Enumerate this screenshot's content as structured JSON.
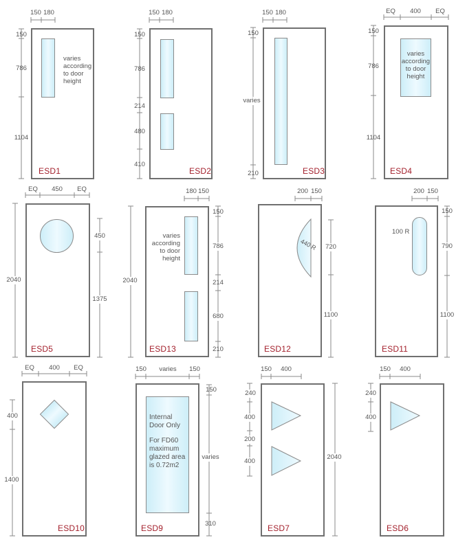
{
  "diagram": {
    "type": "door-glazing-options",
    "doors": [
      {
        "code": "ESD1",
        "top_dims": [
          "150",
          "180"
        ],
        "left_dims": [
          "150",
          "786",
          "1104"
        ],
        "note": [
          "varies",
          "according",
          "to door",
          "height"
        ]
      },
      {
        "code": "ESD2",
        "top_dims": [
          "150",
          "180"
        ],
        "left_dims": [
          "150",
          "786",
          "214",
          "480",
          "410"
        ]
      },
      {
        "code": "ESD3",
        "top_dims": [
          "150",
          "180"
        ],
        "left_dims": [
          "150",
          "varies",
          "210"
        ]
      },
      {
        "code": "ESD4",
        "top_dims": [
          "EQ",
          "400",
          "EQ"
        ],
        "left_dims": [
          "150",
          "786",
          "1104"
        ],
        "note": [
          "varies",
          "according",
          "to door",
          "height"
        ]
      },
      {
        "code": "ESD5",
        "top_dims": [
          "EQ",
          "450",
          "EQ"
        ],
        "left_dims": [
          "2040"
        ],
        "right_dims": [
          "450",
          "1375"
        ]
      },
      {
        "code": "ESD13",
        "top_dims": [
          "180",
          "150"
        ],
        "left_dims": [
          "2040"
        ],
        "right_dims": [
          "150",
          "786",
          "214",
          "680",
          "210"
        ],
        "note": [
          "varies",
          "according",
          "to door",
          "height"
        ]
      },
      {
        "code": "ESD12",
        "top_dims": [
          "200",
          "150"
        ],
        "right_dims": [
          "720",
          "1100"
        ],
        "radius": "440 R"
      },
      {
        "code": "ESD11",
        "top_dims": [
          "200",
          "150"
        ],
        "right_dims": [
          "150",
          "790",
          "1100"
        ],
        "radius": "100 R"
      },
      {
        "code": "ESD10",
        "top_dims": [
          "EQ",
          "400",
          "EQ"
        ],
        "left_dims": [
          "400",
          "1400"
        ]
      },
      {
        "code": "ESD9",
        "top_dims": [
          "150",
          "varies",
          "150"
        ],
        "right_dims": [
          "150",
          "varies",
          "310"
        ],
        "note": [
          "Internal",
          "Door Only",
          "",
          "For FD60",
          "maximum",
          "glazed area",
          "is 0.72m2"
        ]
      },
      {
        "code": "ESD7",
        "top_dims": [
          "150",
          "400"
        ],
        "left_dims": [
          "240",
          "400",
          "200",
          "400"
        ],
        "right_dims": [
          "2040"
        ]
      },
      {
        "code": "ESD6",
        "top_dims": [
          "150",
          "400"
        ],
        "left_dims": [
          "240",
          "400"
        ]
      }
    ]
  },
  "colors": {
    "code_label": "#a3202c",
    "door_outline": "#6f6f6f",
    "glass_fill": "#d8f3fb",
    "dimension_text": "#555555"
  }
}
